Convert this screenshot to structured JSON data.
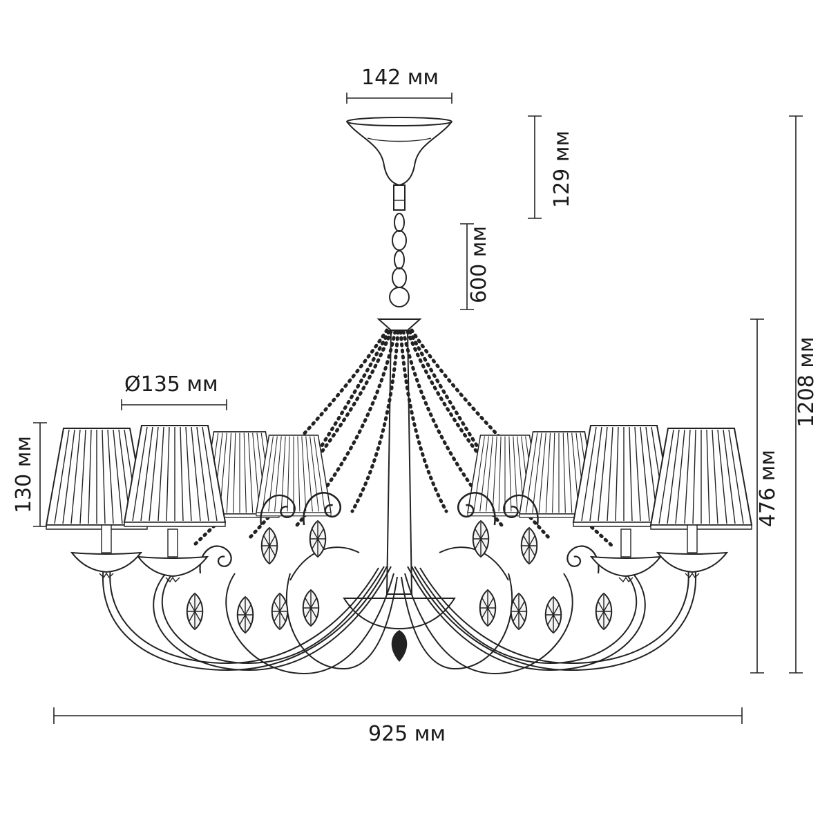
{
  "dimensions": {
    "canopy_width": "142 мм",
    "canopy_height": "129 мм",
    "chain_length": "600 мм",
    "shade_diameter": "Ø135 мм",
    "shade_height": "130 мм",
    "body_height": "476 мм",
    "total_height": "1208 мм",
    "total_width": "925 мм"
  }
}
